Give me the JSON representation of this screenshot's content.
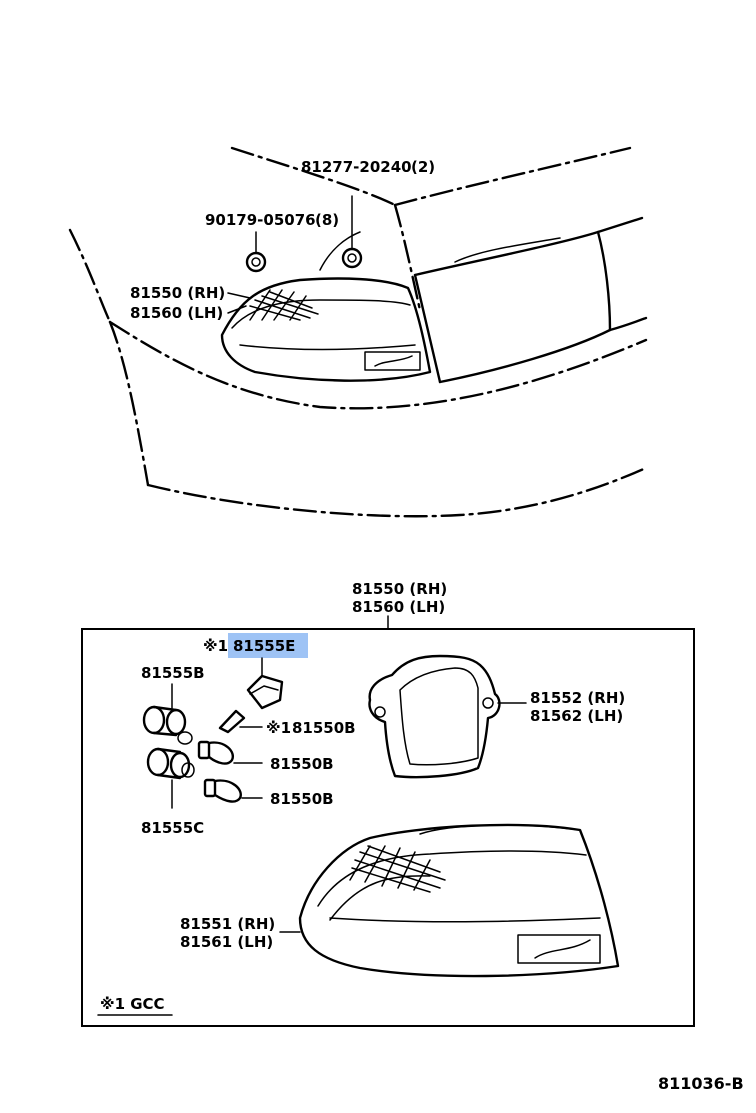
{
  "diagram_code": "811036-B",
  "upper_view": {
    "clip_a": {
      "part": "81277-20240",
      "qty": "(2)"
    },
    "clip_b": {
      "part": "90179-05076",
      "qty": "(8)"
    },
    "lamp_rh": "81550 (RH)",
    "lamp_lh": "81560 (LH)"
  },
  "detail_box": {
    "assembly_rh": "81550 (RH)",
    "assembly_lh": "81560 (LH)",
    "bulb_e": {
      "mark": "※1",
      "part": "81555E",
      "highlight_color": "#9ec3f5"
    },
    "socket_b": "81555B",
    "wedge_bulb": {
      "mark": "※1",
      "part": "81550B"
    },
    "bulb_1": "81550B",
    "bulb_2": "81550B",
    "socket_c": "81555C",
    "gasket_rh": "81552 (RH)",
    "gasket_lh": "81562 (LH)",
    "lens_rh": "81551 (RH)",
    "lens_lh": "81561 (LH)",
    "footnote": "※1 GCC"
  }
}
